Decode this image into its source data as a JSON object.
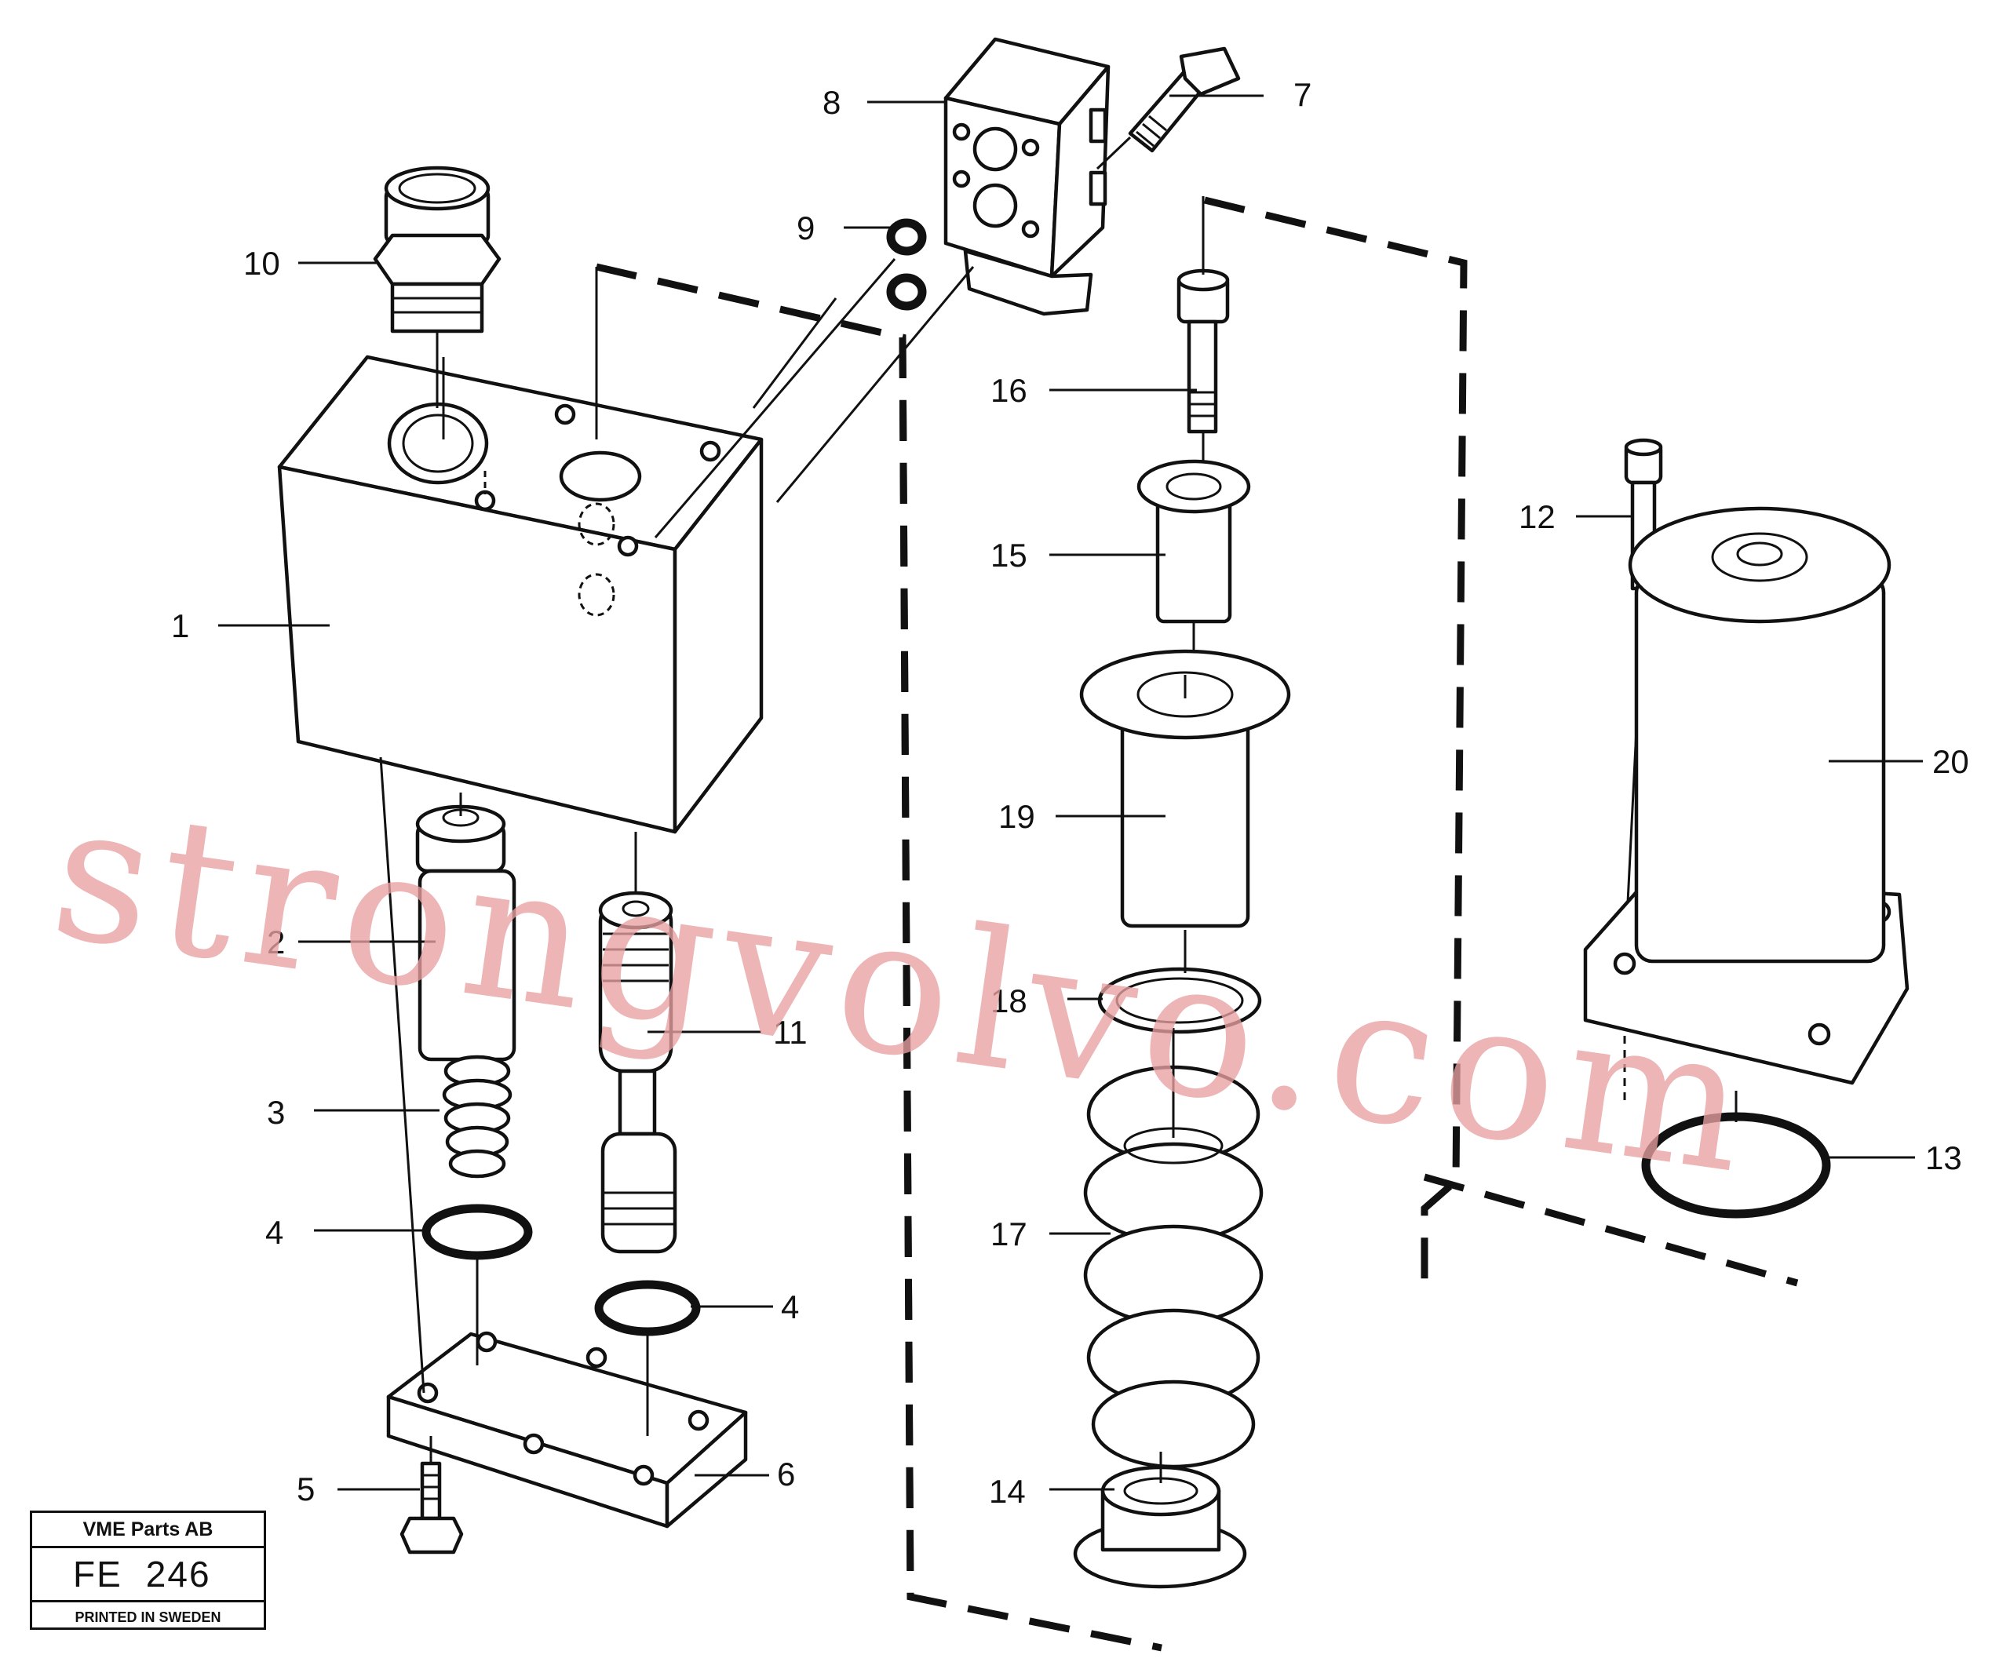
{
  "callouts": [
    {
      "id": "1",
      "label": "1"
    },
    {
      "id": "2",
      "label": "2"
    },
    {
      "id": "3",
      "label": "3"
    },
    {
      "id": "4a",
      "label": "4"
    },
    {
      "id": "4b",
      "label": "4"
    },
    {
      "id": "5",
      "label": "5"
    },
    {
      "id": "6",
      "label": "6"
    },
    {
      "id": "7",
      "label": "7"
    },
    {
      "id": "8",
      "label": "8"
    },
    {
      "id": "9",
      "label": "9"
    },
    {
      "id": "10",
      "label": "10"
    },
    {
      "id": "11",
      "label": "11"
    },
    {
      "id": "12",
      "label": "12"
    },
    {
      "id": "13",
      "label": "13"
    },
    {
      "id": "14",
      "label": "14"
    },
    {
      "id": "15",
      "label": "15"
    },
    {
      "id": "16",
      "label": "16"
    },
    {
      "id": "17",
      "label": "17"
    },
    {
      "id": "18",
      "label": "18"
    },
    {
      "id": "19",
      "label": "19"
    },
    {
      "id": "20",
      "label": "20"
    }
  ],
  "titleblock": {
    "company": "VME Parts AB",
    "code_prefix": "FE",
    "code_number": "246",
    "printed": "PRINTED IN SWEDEN"
  },
  "watermark": {
    "text": "strongvolvo.com",
    "color": "#e8a0a0"
  }
}
